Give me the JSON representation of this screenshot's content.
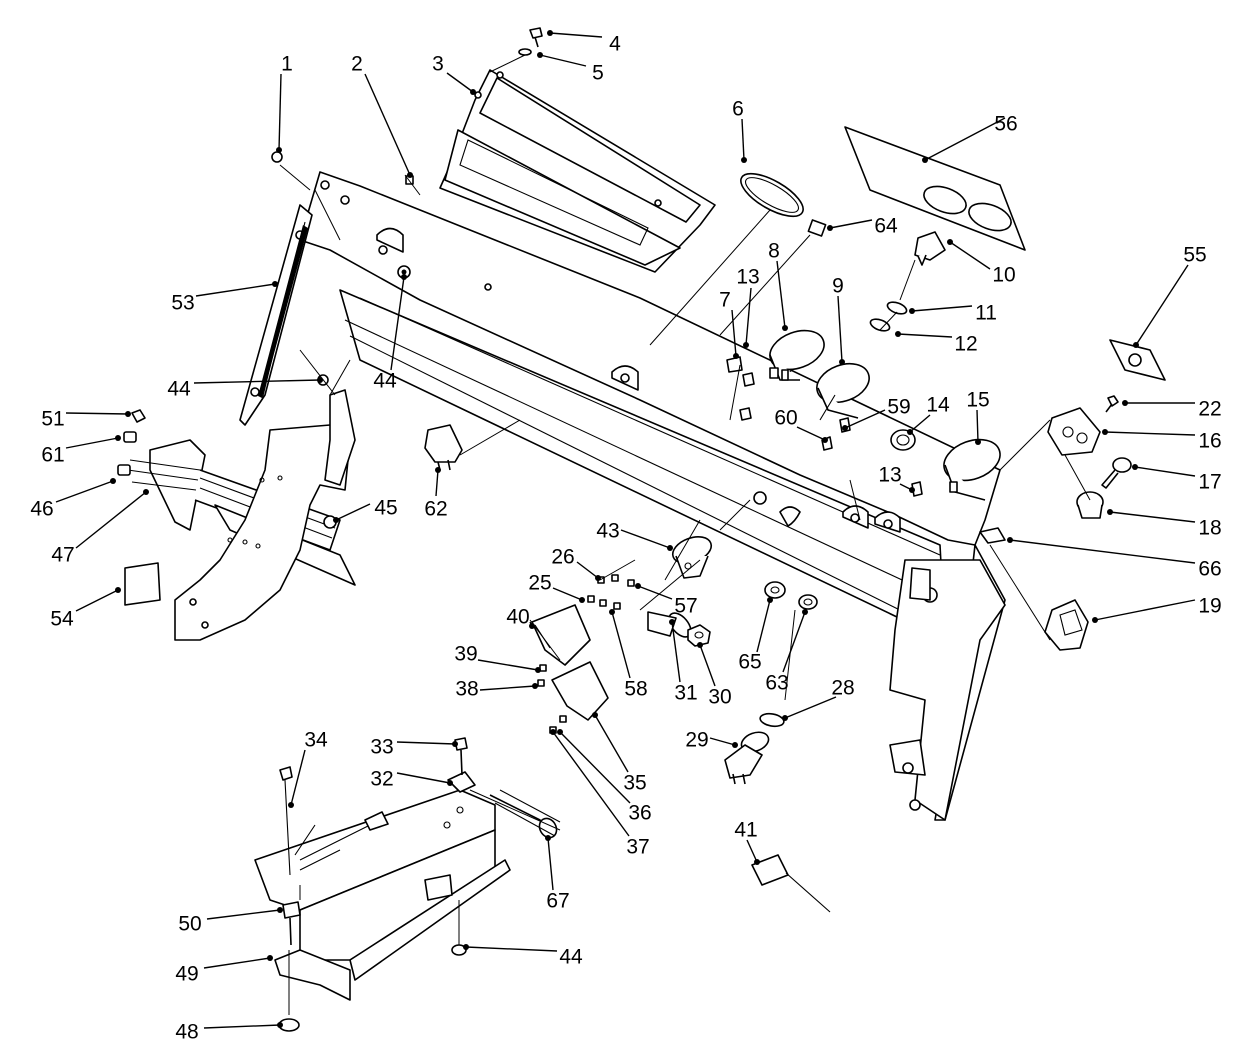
{
  "callouts": [
    {
      "num": "1"
    },
    {
      "num": "2"
    },
    {
      "num": "3"
    },
    {
      "num": "4"
    },
    {
      "num": "5"
    },
    {
      "num": "6"
    },
    {
      "num": "56"
    },
    {
      "num": "64"
    },
    {
      "num": "8"
    },
    {
      "num": "13"
    },
    {
      "num": "9"
    },
    {
      "num": "10"
    },
    {
      "num": "11"
    },
    {
      "num": "12"
    },
    {
      "num": "7"
    },
    {
      "num": "55"
    },
    {
      "num": "53"
    },
    {
      "num": "44"
    },
    {
      "num": "44"
    },
    {
      "num": "51"
    },
    {
      "num": "61"
    },
    {
      "num": "46"
    },
    {
      "num": "47"
    },
    {
      "num": "45"
    },
    {
      "num": "62"
    },
    {
      "num": "54"
    },
    {
      "num": "60"
    },
    {
      "num": "59"
    },
    {
      "num": "14"
    },
    {
      "num": "15"
    },
    {
      "num": "22"
    },
    {
      "num": "16"
    },
    {
      "num": "17"
    },
    {
      "num": "18"
    },
    {
      "num": "13"
    },
    {
      "num": "66"
    },
    {
      "num": "19"
    },
    {
      "num": "43"
    },
    {
      "num": "26"
    },
    {
      "num": "25"
    },
    {
      "num": "57"
    },
    {
      "num": "40"
    },
    {
      "num": "58"
    },
    {
      "num": "39"
    },
    {
      "num": "38"
    },
    {
      "num": "31"
    },
    {
      "num": "30"
    },
    {
      "num": "65"
    },
    {
      "num": "63"
    },
    {
      "num": "28"
    },
    {
      "num": "29"
    },
    {
      "num": "35"
    },
    {
      "num": "36"
    },
    {
      "num": "37"
    },
    {
      "num": "33"
    },
    {
      "num": "32"
    },
    {
      "num": "34"
    },
    {
      "num": "41"
    },
    {
      "num": "67"
    },
    {
      "num": "50"
    },
    {
      "num": "44"
    },
    {
      "num": "49"
    },
    {
      "num": "48"
    }
  ]
}
